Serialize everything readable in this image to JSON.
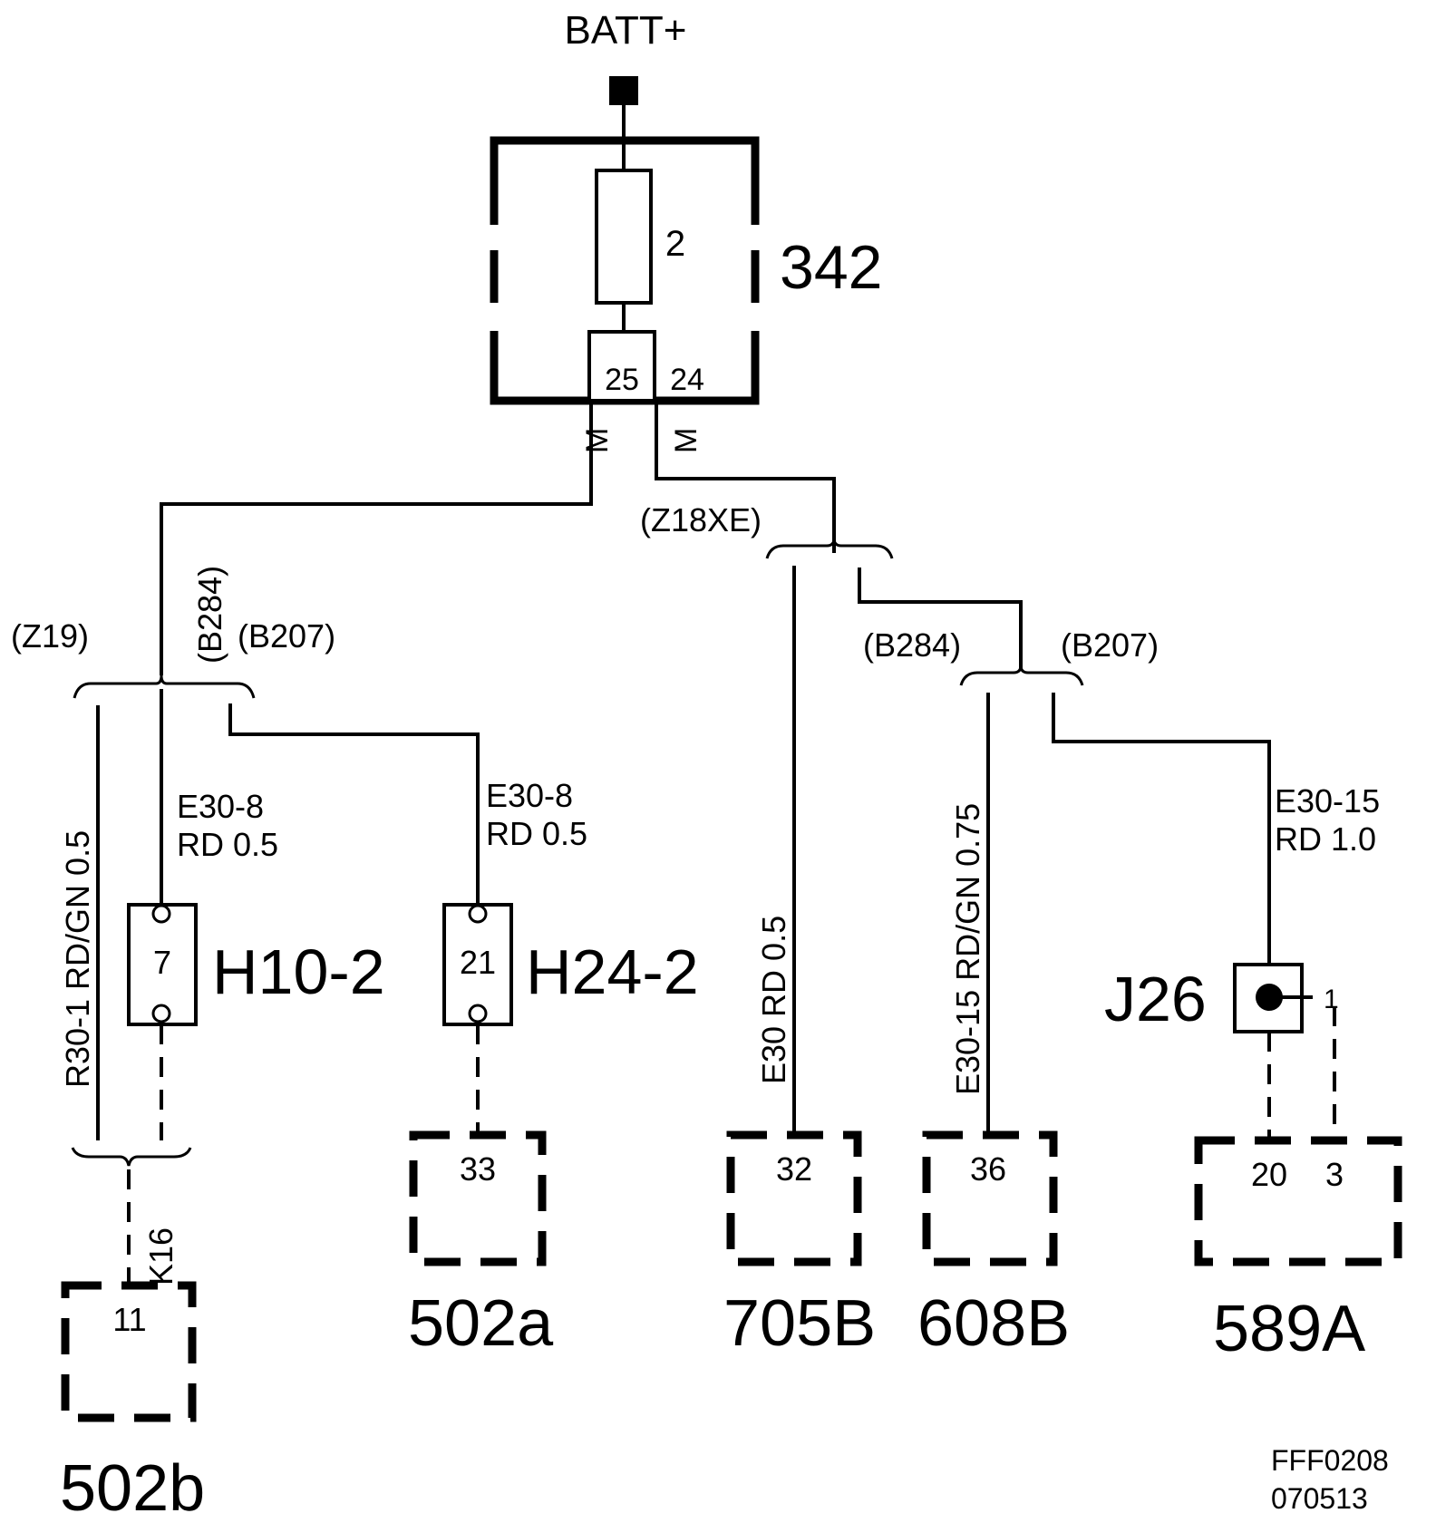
{
  "diagram": {
    "supply": "BATT+",
    "fuse_box": {
      "id": "342",
      "fuse_no": "2",
      "pin_left": "25",
      "pin_right": "24",
      "wire_mark_left": "M",
      "wire_mark_right": "M"
    },
    "left_branch": {
      "splice_labels": {
        "z19": "(Z19)",
        "b284": "(B284)",
        "b207": "(B207)"
      },
      "wire_r30": "R30-1  RD/GN 0.5",
      "wire_h10_l1": "E30-8",
      "wire_h10_l2": "RD 0.5",
      "wire_h24_l1": "E30-8",
      "wire_h24_l2": "RD 0.5",
      "k16": "K16"
    },
    "right_branch": {
      "splice_top": "(Z18XE)",
      "splice_b284": "(B284)",
      "splice_b207": "(B207)",
      "wire_705": "E30   RD   0.5",
      "wire_608": "E30-15   RD/GN 0.75",
      "wire_589_l1": "E30-15",
      "wire_589_l2": "RD 1.0"
    },
    "connectors": {
      "h10": {
        "id": "H10-2",
        "pin": "7"
      },
      "h24": {
        "id": "H24-2",
        "pin": "21"
      },
      "j26": {
        "id": "J26",
        "pin": "1"
      }
    },
    "modules": {
      "m502b": {
        "id": "502b",
        "pin": "11"
      },
      "m502a": {
        "id": "502a",
        "pin": "33"
      },
      "m705b": {
        "id": "705B",
        "pin": "32"
      },
      "m608b": {
        "id": "608B",
        "pin": "36"
      },
      "m589a": {
        "id": "589A",
        "pin_a": "20",
        "pin_b": "3"
      }
    },
    "footer": {
      "code": "FFF0208",
      "date": "070513"
    }
  }
}
